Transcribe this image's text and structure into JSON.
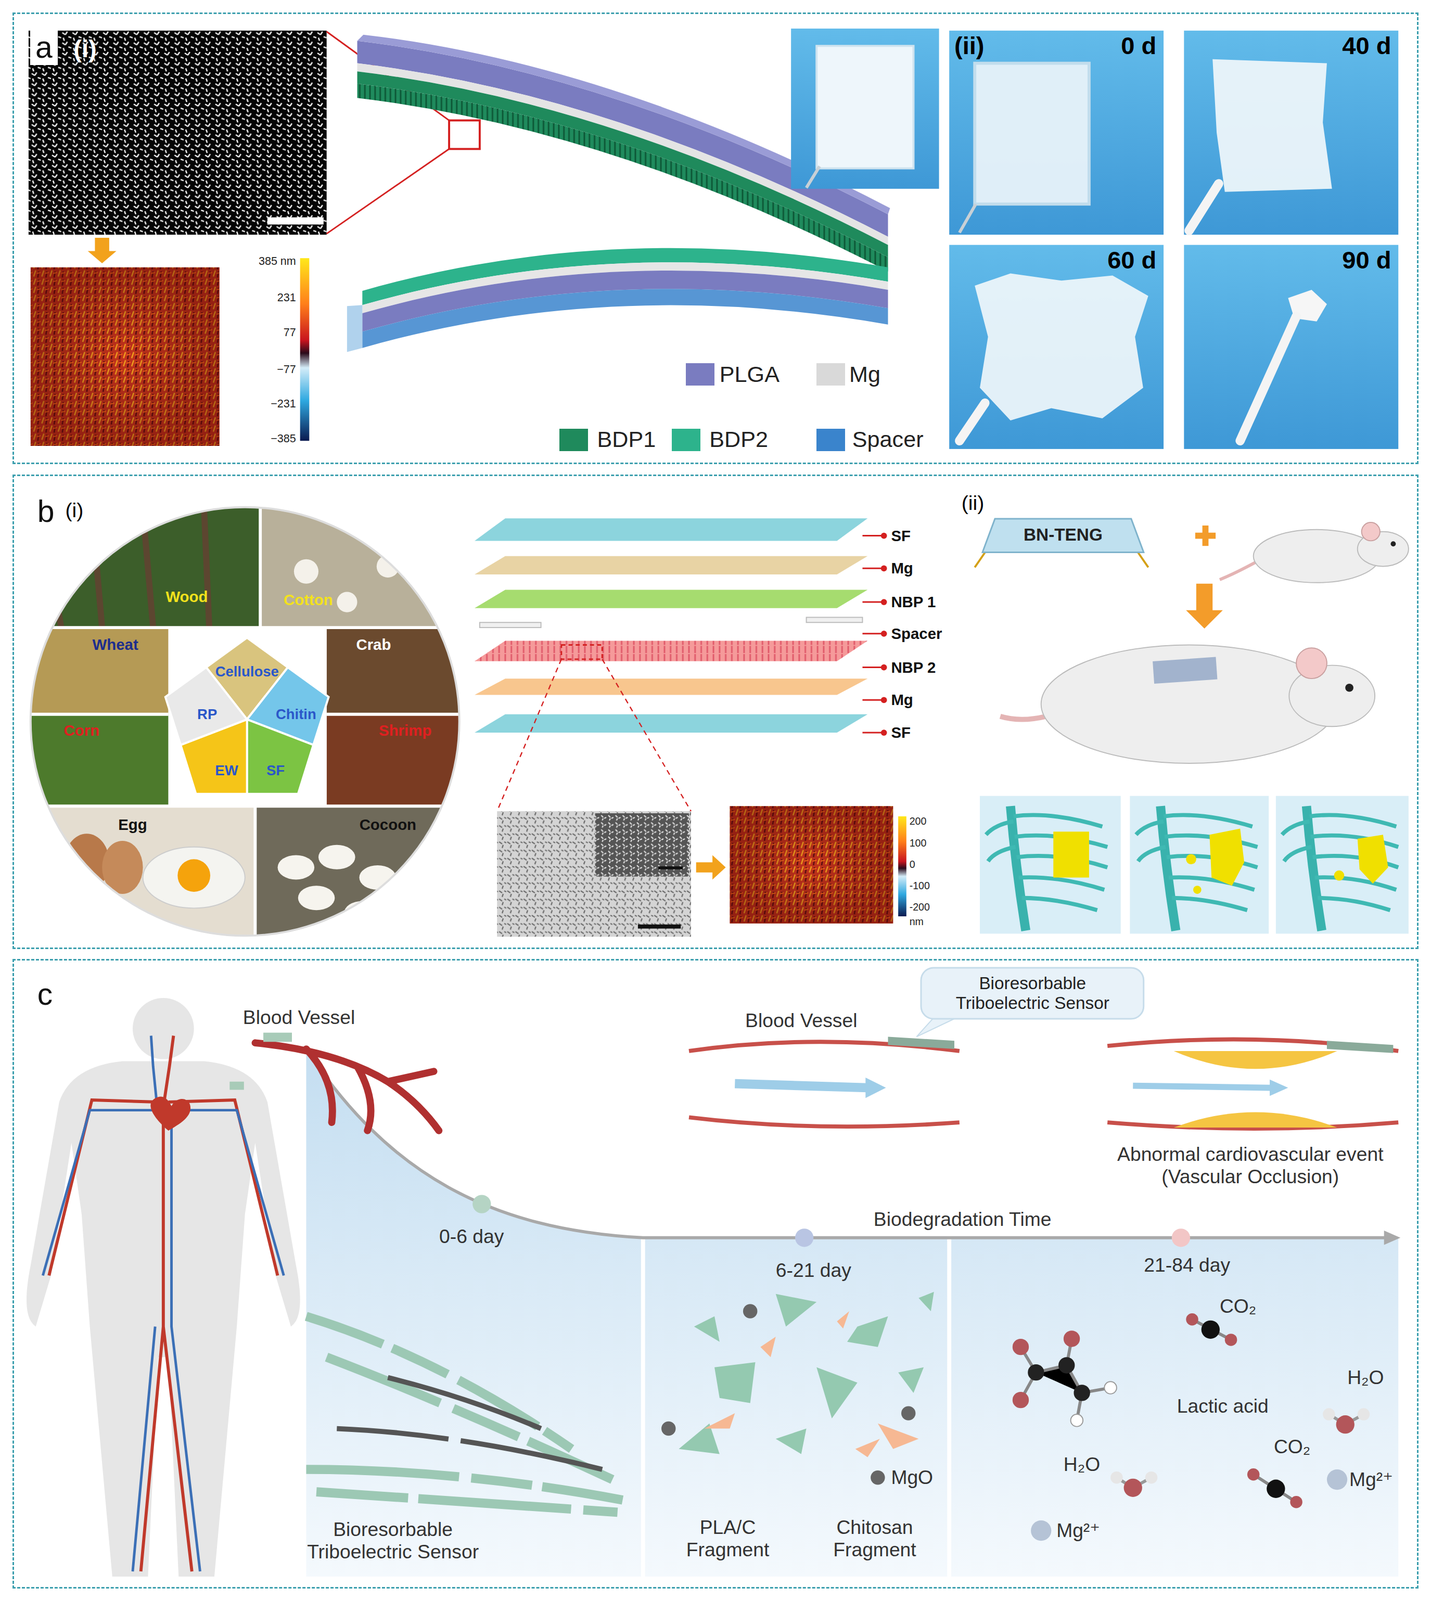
{
  "diagram": {
    "nodes": [
      {
        "text": [
          "a"
        ]
      },
      {
        "text": [
          "b"
        ]
      },
      {
        "text": [
          "BN-TENG"
        ],
        "in": 1
      },
      {
        "text": [
          "c"
        ]
      },
      {
        "text": [
          "Bioresorbable Triboelectric Sensor"
        ],
        "in": 3
      }
    ],
    "labels": [
      "(i)",
      "385 nm",
      "231",
      "77",
      "−77",
      "−231",
      "−385",
      "(ii)",
      "0 d",
      "40 d",
      "60 d",
      "90 d",
      "(i)",
      "Wood",
      "Cotton",
      "Wheat",
      "Crab",
      "Cellulose",
      "RP",
      "Chitin",
      "Corn",
      "EW",
      "SF",
      "Shrimp",
      "Egg",
      "Cocoon",
      "SF",
      "Mg",
      "NBP 1",
      "Spacer",
      "NBP 2",
      "Mg",
      "SF",
      "200",
      "100",
      "0",
      "-100",
      "-200",
      "nm",
      "(ii)",
      "Blood Vessel",
      "Blood Vessel",
      "Abnormal cardiovascular event (Vascular Occlusion)",
      "Biodegradation Time",
      "0-6 day",
      "6-21 day",
      "21-84 day",
      "Bioresorbable Triboelectric Sensor",
      "PLA/C Fragment",
      "Chitosan Fragment",
      "MgO",
      "CO₂",
      "Lactic acid",
      "H₂O",
      "H₂O",
      "CO₂",
      "Mg²⁺",
      "Mg²⁺"
    ],
    "legend": [
      {
        "text": "PLGA",
        "color": "#7a7cc0"
      },
      {
        "text": "Mg",
        "color": "#d9d9d9"
      },
      {
        "text": "BDP1",
        "color": "#1f8a5c"
      },
      {
        "text": "BDP2",
        "color": "#2db38c"
      },
      {
        "text": "Spacer",
        "color": "#3a84cc"
      }
    ]
  }
}
